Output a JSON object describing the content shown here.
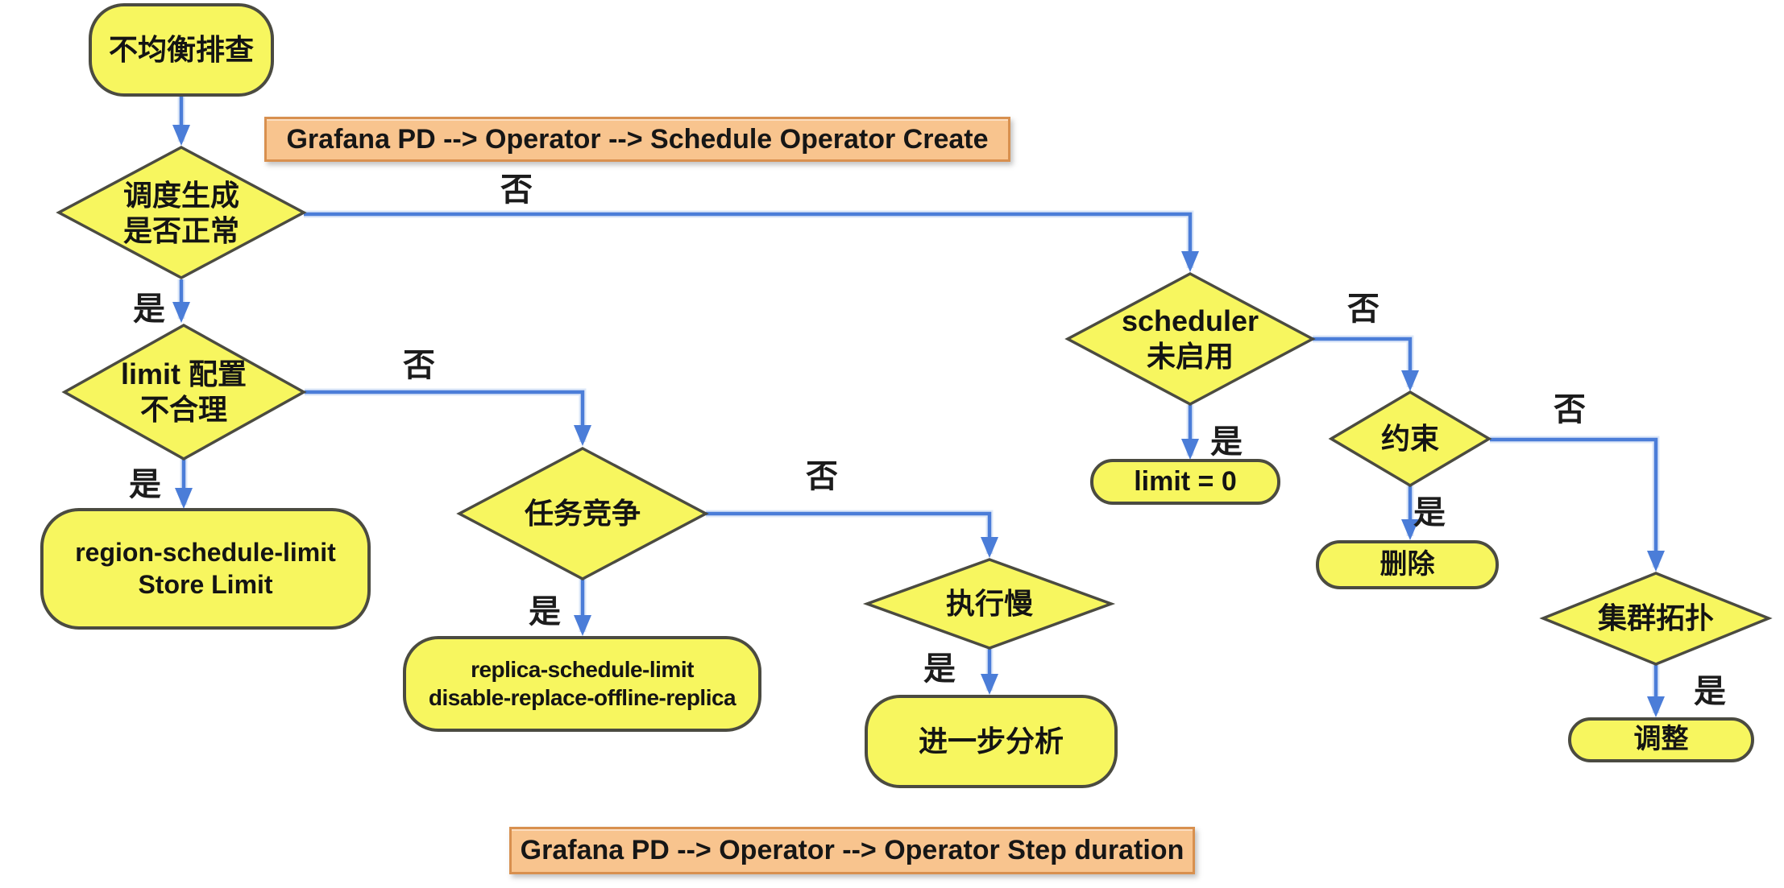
{
  "banners": {
    "top": "Grafana PD --> Operator --> Schedule Operator Create",
    "bottom": "Grafana PD --> Operator --> Operator Step duration"
  },
  "nodes": {
    "start": {
      "lines": [
        "不均衡排查"
      ]
    },
    "decision_schedule": {
      "lines": [
        "调度生成",
        "是否正常"
      ]
    },
    "decision_limit": {
      "lines": [
        "limit 配置",
        "不合理"
      ]
    },
    "result_region": {
      "lines": [
        "region-schedule-limit",
        "Store Limit"
      ]
    },
    "decision_race": {
      "lines": [
        "任务竞争"
      ]
    },
    "result_replica": {
      "lines": [
        "replica-schedule-limit",
        "disable-replace-offline-replica"
      ]
    },
    "decision_slow": {
      "lines": [
        "执行慢"
      ]
    },
    "result_analysis": {
      "lines": [
        "进一步分析"
      ]
    },
    "decision_scheduler": {
      "lines": [
        "scheduler",
        "未启用"
      ]
    },
    "result_limit_zero": {
      "lines": [
        "limit = 0"
      ]
    },
    "decision_constraint": {
      "lines": [
        "约束"
      ]
    },
    "result_delete": {
      "lines": [
        "删除"
      ]
    },
    "decision_topology": {
      "lines": [
        "集群拓扑"
      ]
    },
    "result_adjust": {
      "lines": [
        "调整"
      ]
    }
  },
  "edges": {
    "yes_label": "是",
    "no_label": "否"
  },
  "colors": {
    "node_fill": "#f7f65f",
    "node_border": "#4b4b41",
    "arrow_blue": "#4b7dd8",
    "arrow_halo": "#c3d5f2",
    "banner_fill": "#f8c48e",
    "banner_border": "#d8904f",
    "text": "#141414"
  }
}
